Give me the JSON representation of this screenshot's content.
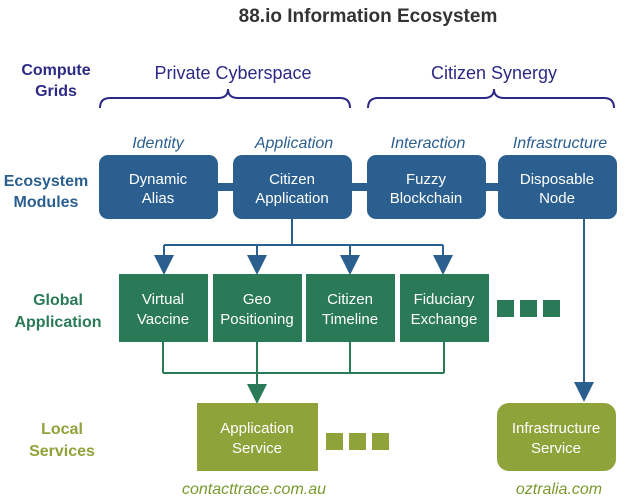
{
  "title": "88.io Information Ecosystem",
  "rows": {
    "compute": [
      "Compute",
      "Grids"
    ],
    "modules": [
      "Ecosystem",
      "Modules"
    ],
    "global": [
      "Global",
      "Application"
    ],
    "local": [
      "Local",
      "Services"
    ]
  },
  "groups": {
    "private": "Private Cyberspace",
    "citizen": "Citizen Synergy"
  },
  "categories": {
    "identity": "Identity",
    "application": "Application",
    "interaction": "Interaction",
    "infrastructure": "Infrastructure"
  },
  "modules": {
    "dynamic_alias": [
      "Dynamic",
      "Alias"
    ],
    "citizen_application": [
      "Citizen",
      "Application"
    ],
    "fuzzy_blockchain": [
      "Fuzzy",
      "Blockchain"
    ],
    "disposable_node": [
      "Disposable",
      "Node"
    ]
  },
  "global_apps": {
    "virtual_vaccine": [
      "Virtual",
      "Vaccine"
    ],
    "geo_positioning": [
      "Geo",
      "Positioning"
    ],
    "citizen_timeline": [
      "Citizen",
      "Timeline"
    ],
    "fiduciary_exchange": [
      "Fiduciary",
      "Exchange"
    ]
  },
  "services": {
    "application_service": [
      "Application",
      "Service"
    ],
    "infrastructure_service": [
      "Infrastructure",
      "Service"
    ]
  },
  "urls": {
    "contacttrace": "contacttrace.com.au",
    "oztralia": "oztralia.com"
  },
  "colors": {
    "module_blue": "#2b5f8f",
    "global_green": "#2a7a57",
    "service_olive": "#8fa33a",
    "compute_purple": "#2c2a85"
  }
}
